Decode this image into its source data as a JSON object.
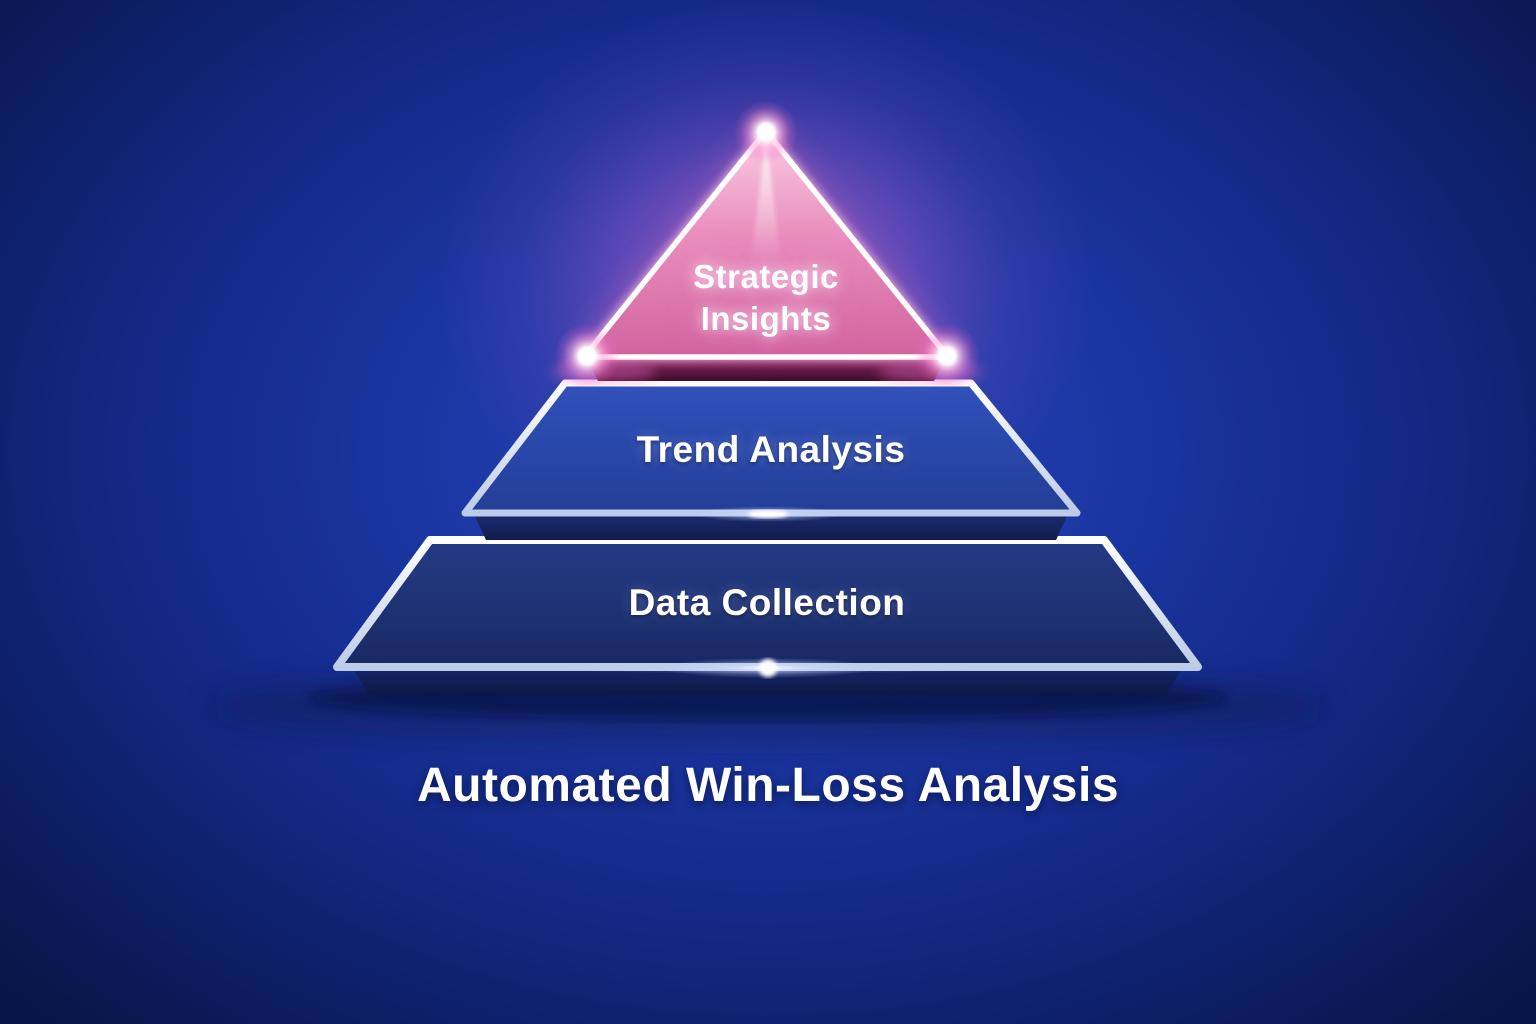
{
  "diagram": {
    "type": "pyramid",
    "title": "Automated Win-Loss Analysis",
    "tiers": [
      {
        "level": 1,
        "label": "Strategic Insights",
        "lines": [
          "Strategic",
          "Insights"
        ],
        "fill_top": "#f9c6de",
        "fill_bottom": "#d2639f",
        "base_color": "#5c0f3d",
        "glow_color": "#ff9fd4"
      },
      {
        "level": 2,
        "label": "Trend Analysis",
        "fill_top": "#3151bc",
        "fill_bottom": "#223e97",
        "depth_color": "#141f55"
      },
      {
        "level": 3,
        "label": "Data Collection",
        "fill_top": "#253a86",
        "fill_bottom": "#182a63",
        "depth_color": "#0e1c52"
      }
    ],
    "colors": {
      "background_center": "#2444b4",
      "background_edge": "#081647",
      "border_silver": "#e8eef9",
      "text": "#ffffff",
      "halo_purple": "#b55ecb"
    }
  }
}
